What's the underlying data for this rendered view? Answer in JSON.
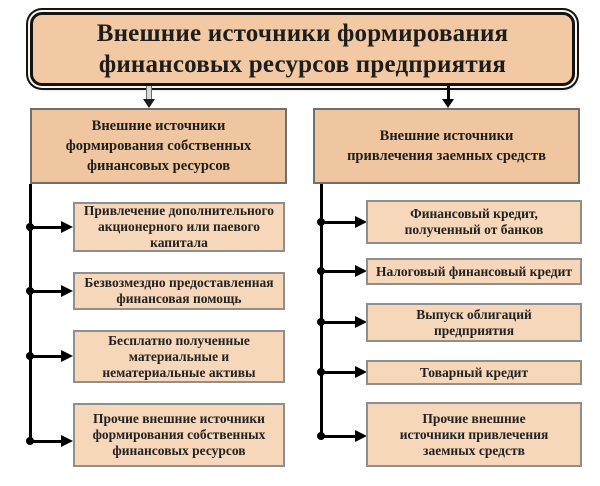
{
  "diagram": {
    "title": "Внешние источники формирования\nфинансовых ресурсов предприятия",
    "left": {
      "header": "Внешние источники\nформирования собственных\nфинансовых ресурсов",
      "items": [
        {
          "text": "Привлечение дополнительного\nакционерного или паевого\nкапитала"
        },
        {
          "text": "Безвозмездно предоставленная\nфинансовая помощь"
        },
        {
          "text": "Бесплатно полученные\nматериальные и\nнематериальные активы"
        },
        {
          "text": "Прочие внешние источники\nформирования собственных\nфинансовых ресурсов"
        }
      ]
    },
    "right": {
      "header": "Внешние источники\nпривлечения заемных средств",
      "items": [
        {
          "text": "Финансовый кредит,\nполученный от банков"
        },
        {
          "text": "Налоговый финансовый кредит"
        },
        {
          "text": "Выпуск облигаций\nпредприятия"
        },
        {
          "text": "Товарный кредит"
        },
        {
          "text": "Прочие внешние\nисточники привлечения\nзаемных средств"
        }
      ]
    },
    "colors": {
      "title_fill": "#f2c9a2",
      "header_fill": "#f0c6a0",
      "item_fill": "#f6d7ba",
      "title_border": "#141414",
      "header_border": "#6e6e6e",
      "item_border": "#8f8f8f",
      "connector": "#000000",
      "text": "#1d1d1d"
    }
  }
}
